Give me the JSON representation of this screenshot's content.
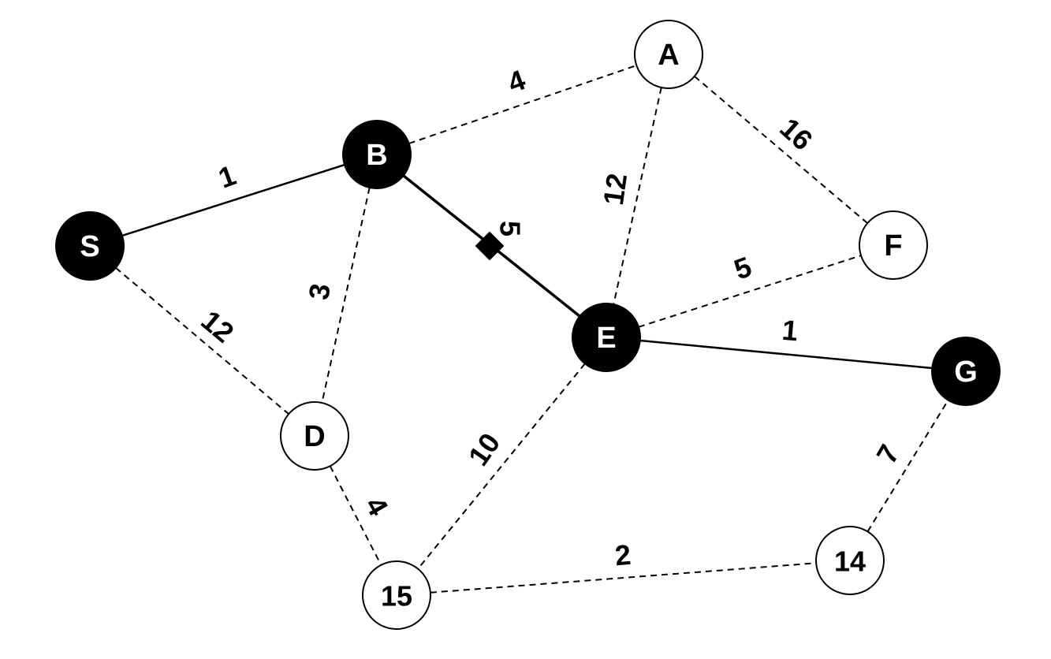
{
  "graph": {
    "colors": {
      "filled_node": "#000000",
      "open_node": "#ffffff",
      "filled_text": "#ffffff",
      "open_text": "#000000",
      "edge": "#000000"
    },
    "nodes": [
      {
        "id": "S",
        "label": "S",
        "filled": true
      },
      {
        "id": "B",
        "label": "B",
        "filled": true
      },
      {
        "id": "A",
        "label": "A",
        "filled": false
      },
      {
        "id": "F",
        "label": "F",
        "filled": false
      },
      {
        "id": "E",
        "label": "E",
        "filled": true
      },
      {
        "id": "G",
        "label": "G",
        "filled": true
      },
      {
        "id": "D",
        "label": "D",
        "filled": false
      },
      {
        "id": "N15",
        "label": "15",
        "filled": false
      },
      {
        "id": "N14",
        "label": "14",
        "filled": false
      }
    ],
    "edges": [
      {
        "id": "S-B",
        "from": "S",
        "to": "B",
        "weight": "1",
        "style": "solid"
      },
      {
        "id": "B-A",
        "from": "B",
        "to": "A",
        "weight": "4",
        "style": "dashed"
      },
      {
        "id": "A-F",
        "from": "A",
        "to": "F",
        "weight": "16",
        "style": "dashed"
      },
      {
        "id": "A-E",
        "from": "A",
        "to": "E",
        "weight": "12",
        "style": "dashed"
      },
      {
        "id": "B-E",
        "from": "B",
        "to": "E",
        "weight": "5",
        "style": "bold",
        "marker": "square"
      },
      {
        "id": "B-D",
        "from": "B",
        "to": "D",
        "weight": "3",
        "style": "dashed"
      },
      {
        "id": "S-D",
        "from": "S",
        "to": "D",
        "weight": "12",
        "style": "dashed"
      },
      {
        "id": "E-F",
        "from": "E",
        "to": "F",
        "weight": "5",
        "style": "dashed"
      },
      {
        "id": "E-G",
        "from": "E",
        "to": "G",
        "weight": "1",
        "style": "solid"
      },
      {
        "id": "E-N15",
        "from": "E",
        "to": "N15",
        "weight": "10",
        "style": "dashed"
      },
      {
        "id": "D-N15",
        "from": "D",
        "to": "N15",
        "weight": "4",
        "style": "dashed"
      },
      {
        "id": "N15-N14",
        "from": "N15",
        "to": "N14",
        "weight": "2",
        "style": "dashed"
      },
      {
        "id": "N14-G",
        "from": "N14",
        "to": "G",
        "weight": "7",
        "style": "dashed"
      }
    ]
  }
}
